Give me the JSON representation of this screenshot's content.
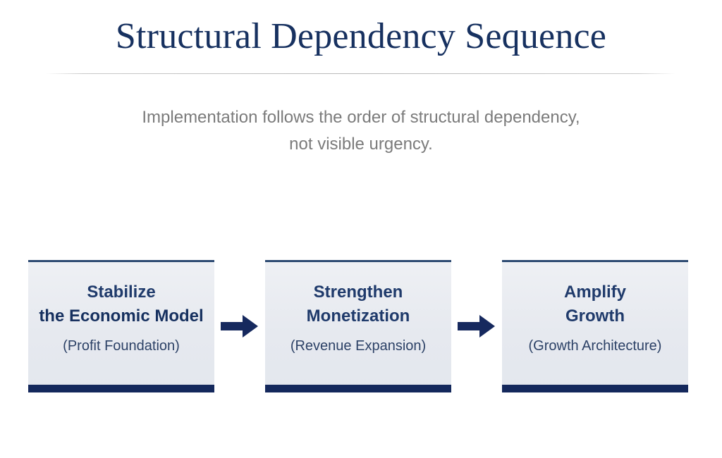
{
  "slide": {
    "title": "Structural Dependency Sequence",
    "subtitle_line_1": "Implementation follows the order of structural dependency,",
    "subtitle_line_2": "not visible urgency.",
    "background_color": "#ffffff",
    "title_color": "#173160",
    "subtitle_color": "#7b7b7b",
    "accent_color": "#14285c",
    "card_fill_color": "#e9ecf1",
    "card_top_border_color": "#2d4a72",
    "arrow_color": "#16295e"
  },
  "flow": {
    "steps": [
      {
        "line_1": "Stabilize",
        "line_2": "the Economic Model",
        "sublabel": "(Profit Foundation)",
        "emphasis": "bold"
      },
      {
        "line_1": "Strengthen",
        "line_2": "Monetization",
        "sublabel": "(Revenue Expansion)",
        "emphasis": "regular"
      },
      {
        "line_1": "Amplify",
        "line_2": "Growth",
        "sublabel": "(Growth Architecture)",
        "emphasis": "regular"
      }
    ],
    "connectors": [
      {
        "icon": "arrow-right-icon"
      },
      {
        "icon": "arrow-right-icon"
      }
    ]
  }
}
